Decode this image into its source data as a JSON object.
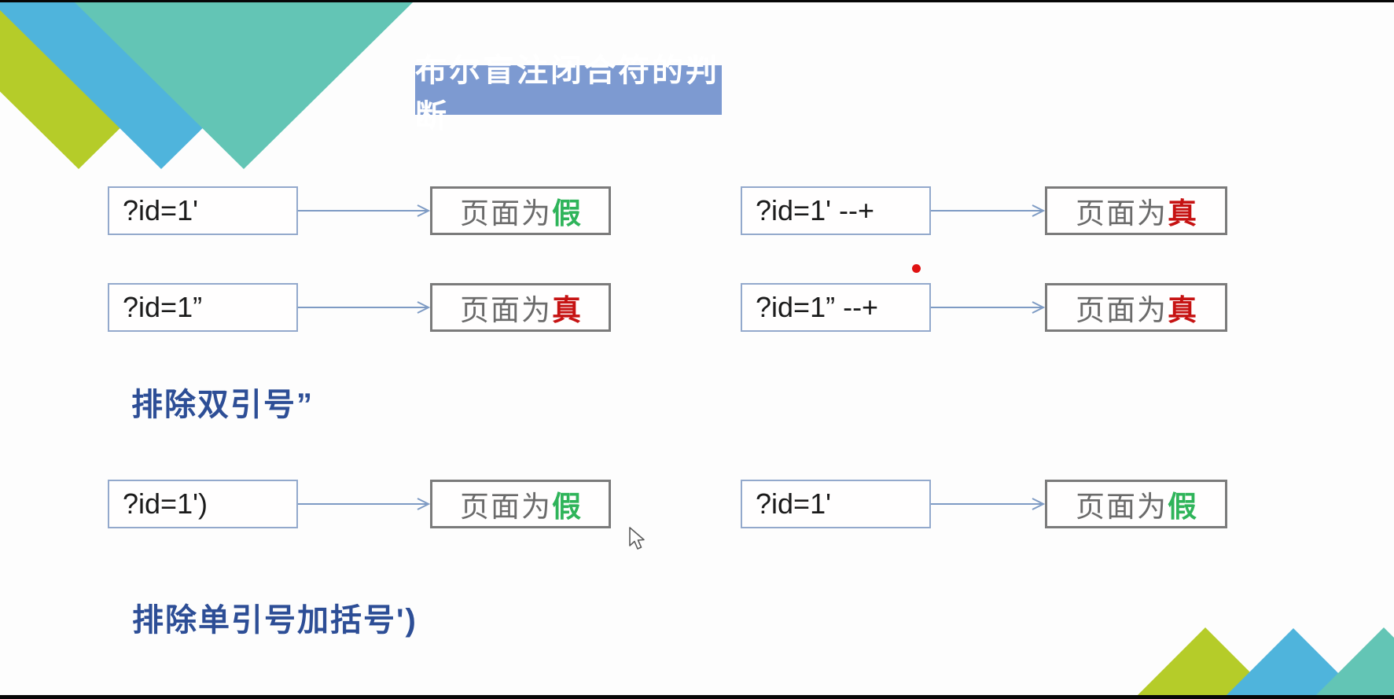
{
  "slide": {
    "title": "布尔盲注闭合符的判断",
    "notes": [
      {
        "text": "排除双引号”"
      },
      {
        "text": "排除单引号加括号')"
      }
    ]
  },
  "flows": [
    {
      "query": "?id=1'",
      "prefix": "页面为",
      "verdict": "假",
      "verdict_color": "#2fb45a"
    },
    {
      "query": "?id=1' --+",
      "prefix": "页面为",
      "verdict": "真",
      "verdict_color": "#c61212"
    },
    {
      "query": "?id=1”",
      "prefix": "页面为",
      "verdict": "真",
      "verdict_color": "#c61212"
    },
    {
      "query": "?id=1” --+",
      "prefix": "页面为",
      "verdict": "真",
      "verdict_color": "#c61212"
    },
    {
      "query": "?id=1')",
      "prefix": "页面为",
      "verdict": "假",
      "verdict_color": "#2fb45a"
    },
    {
      "query": "?id=1'",
      "prefix": "页面为",
      "verdict": "假",
      "verdict_color": "#2fb45a"
    }
  ],
  "colors": {
    "banner_bg": "#7d9ad1",
    "note_text": "#2d4e96",
    "annotation_dot": "#e01212",
    "tri_yellow": "#b5cc29",
    "tri_blue": "#4fb4dc",
    "tri_teal": "#63c5b5"
  }
}
